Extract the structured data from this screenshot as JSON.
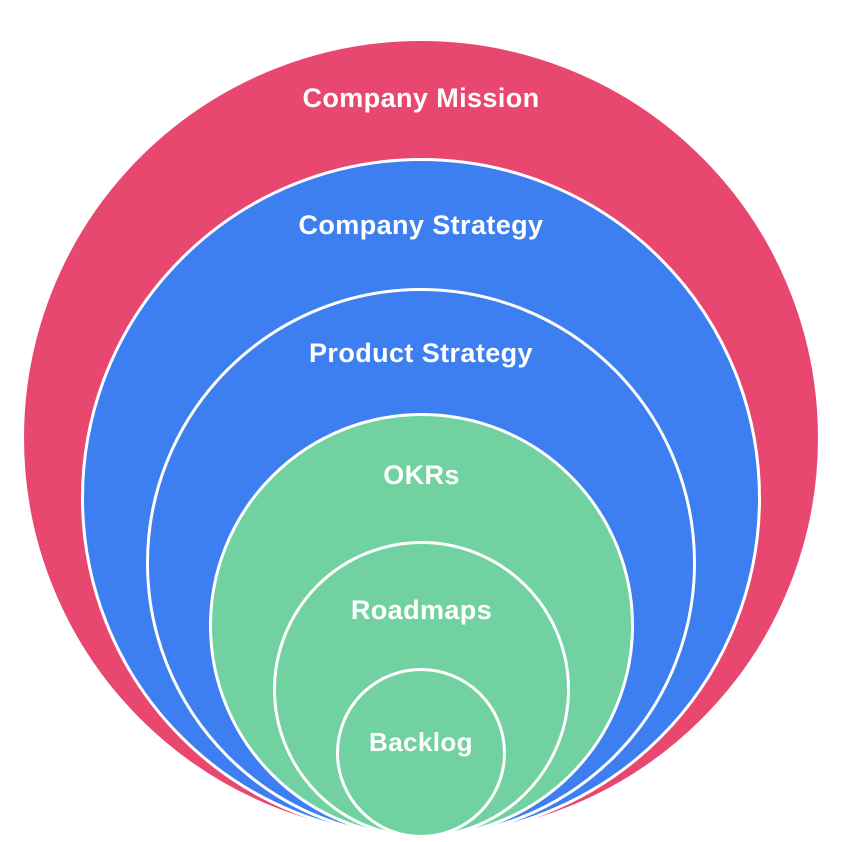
{
  "diagram": {
    "type": "nested-circles",
    "background": "#FFFFFF",
    "stroke_color": "#FFFFFF",
    "text_color": "#FFFFFF",
    "rings": [
      {
        "label": "Company Mission",
        "color": "#E8486F"
      },
      {
        "label": "Company Strategy",
        "color": "#3D7EF0"
      },
      {
        "label": "Product Strategy",
        "color": "#3D7EF0"
      },
      {
        "label": "OKRs",
        "color": "#71D1A1"
      },
      {
        "label": "Roadmaps",
        "color": "#71D1A1"
      },
      {
        "label": "Backlog",
        "color": "#71D1A1"
      }
    ]
  }
}
